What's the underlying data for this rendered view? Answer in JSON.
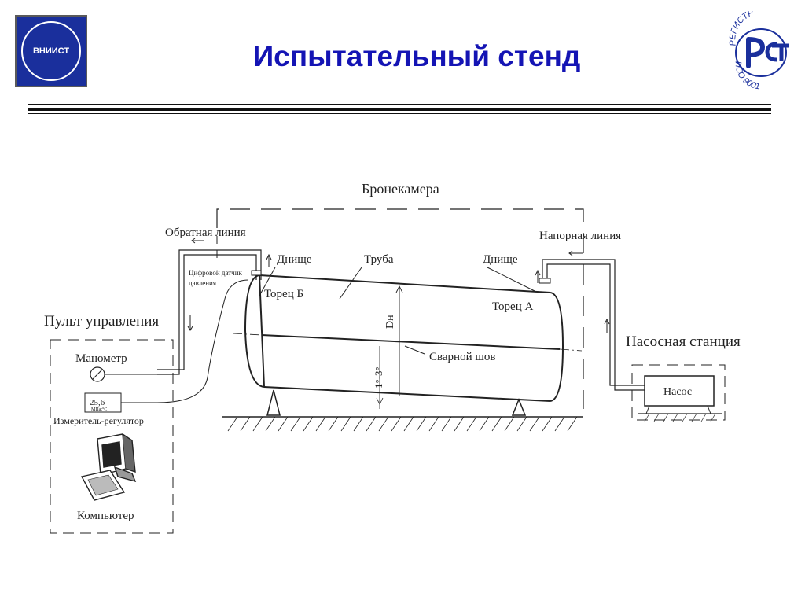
{
  "slide": {
    "title": "Испытательный стенд"
  },
  "logos": {
    "left_text": "ВНИИСТ",
    "right_top": "РЕГИСТР",
    "right_bottom": "ИСО 9001",
    "right_mark": "РСТ"
  },
  "diagram": {
    "bronekamera": "Бронекамера",
    "return_line": "Обратная линия",
    "pressure_line": "Напорная линия",
    "digital_sensor_1": "Цифровой датчик",
    "digital_sensor_2": "давления",
    "head_left": "Днище",
    "head_right": "Днище",
    "pipe": "Труба",
    "end_b": "Торец Б",
    "end_a": "Торец А",
    "dn": "Dн",
    "weld": "Сварной шов",
    "slope": "1°-3°",
    "control_panel": "Пульт управления",
    "manometer": "Манометр",
    "display_value": "25,6",
    "display_units": "МПа;°С",
    "meter_regulator": "Измеритель-регулятор",
    "computer": "Компьютер",
    "pump_station": "Насосная станция",
    "pump": "Насос"
  },
  "colors": {
    "title": "#1414b4",
    "logo_blue": "#1a2f9c",
    "line": "#222222"
  },
  "icons": [
    "computer-icon",
    "manometer-icon",
    "pump-icon"
  ]
}
